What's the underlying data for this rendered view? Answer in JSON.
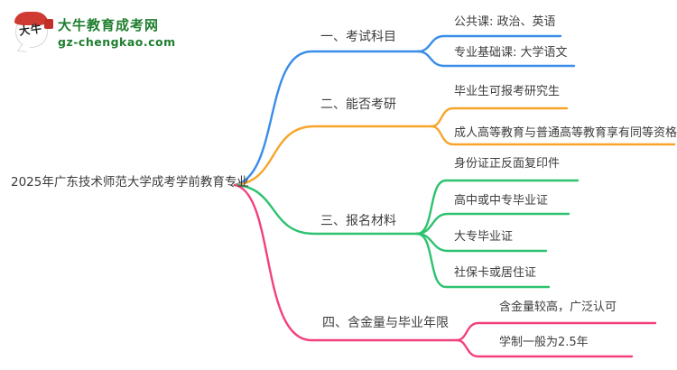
{
  "logo": {
    "bubble_text": "大牛",
    "title": "大牛教育成考网",
    "domain": "gz-chengkao.com",
    "brand_green": "#1e7e2e",
    "seal_red": "#cf3a32"
  },
  "central": {
    "title": "2025年广东技术师范大学成考学前教育专业"
  },
  "branches": [
    {
      "label": "一、考试科目",
      "color": "#3a8de8",
      "leaves": [
        "公共课: 政治、英语",
        "专业基础课: 大学语文"
      ]
    },
    {
      "label": "二、能否考研",
      "color": "#f7a52a",
      "leaves": [
        "毕业生可报考研究生",
        "成人高等教育与普通高等教育享有同等资格"
      ]
    },
    {
      "label": "三、报名材料",
      "color": "#2dc26f",
      "leaves": [
        "身份证正反面复印件",
        "高中或中专毕业证",
        "大专毕业证",
        "社保卡或居住证"
      ]
    },
    {
      "label": "四、含金量与毕业年限",
      "color": "#f2407e",
      "leaves": [
        "含金量较高，广泛认可",
        "学制一般为2.5年"
      ]
    }
  ]
}
